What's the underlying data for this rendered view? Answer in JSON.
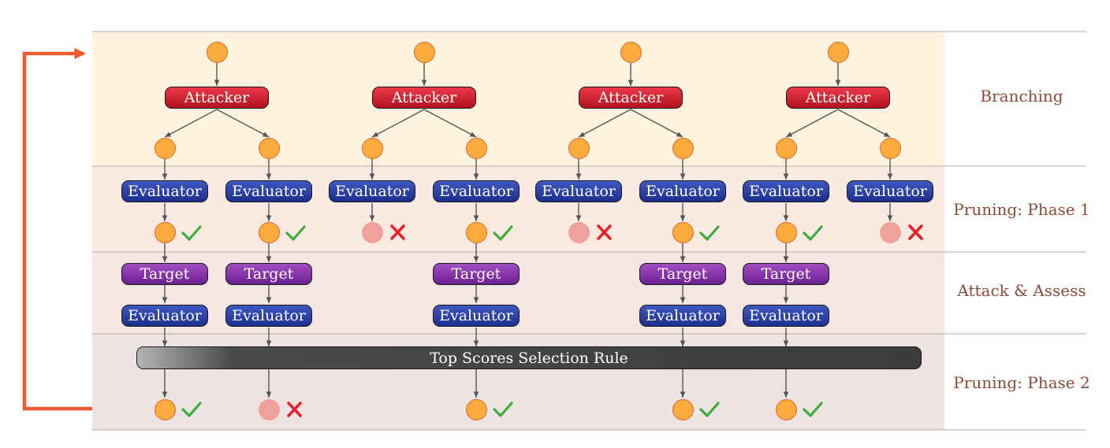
{
  "diagram": {
    "bands": [
      {
        "id": "branching",
        "label": "Branching",
        "color": "#fdf3df"
      },
      {
        "id": "pruning1",
        "label": "Pruning: Phase 1",
        "color": "#fbeae2"
      },
      {
        "id": "attack",
        "label": "Attack & Assess",
        "color": "#f4e6e1"
      },
      {
        "id": "pruning2",
        "label": "Pruning: Phase 2",
        "color": "#ece4e3"
      }
    ],
    "attacker_label": "Attacker",
    "evaluator_label": "Evaluator",
    "target_label": "Target",
    "selection_rule_label": "Top Scores Selection Rule",
    "colors": {
      "node_fill": "#fbac3c",
      "node_stroke": "#e3662b",
      "pruned_node": "#f0a19a",
      "check": "#3dab3d",
      "cross": "#e8202a",
      "loop_arrow": "#eb5a30"
    },
    "branches": 4,
    "phase1_kept": [
      true,
      true,
      false,
      true,
      false,
      true,
      true,
      false
    ],
    "phase2_kept": [
      true,
      false,
      null,
      true,
      null,
      true,
      true,
      null
    ]
  }
}
